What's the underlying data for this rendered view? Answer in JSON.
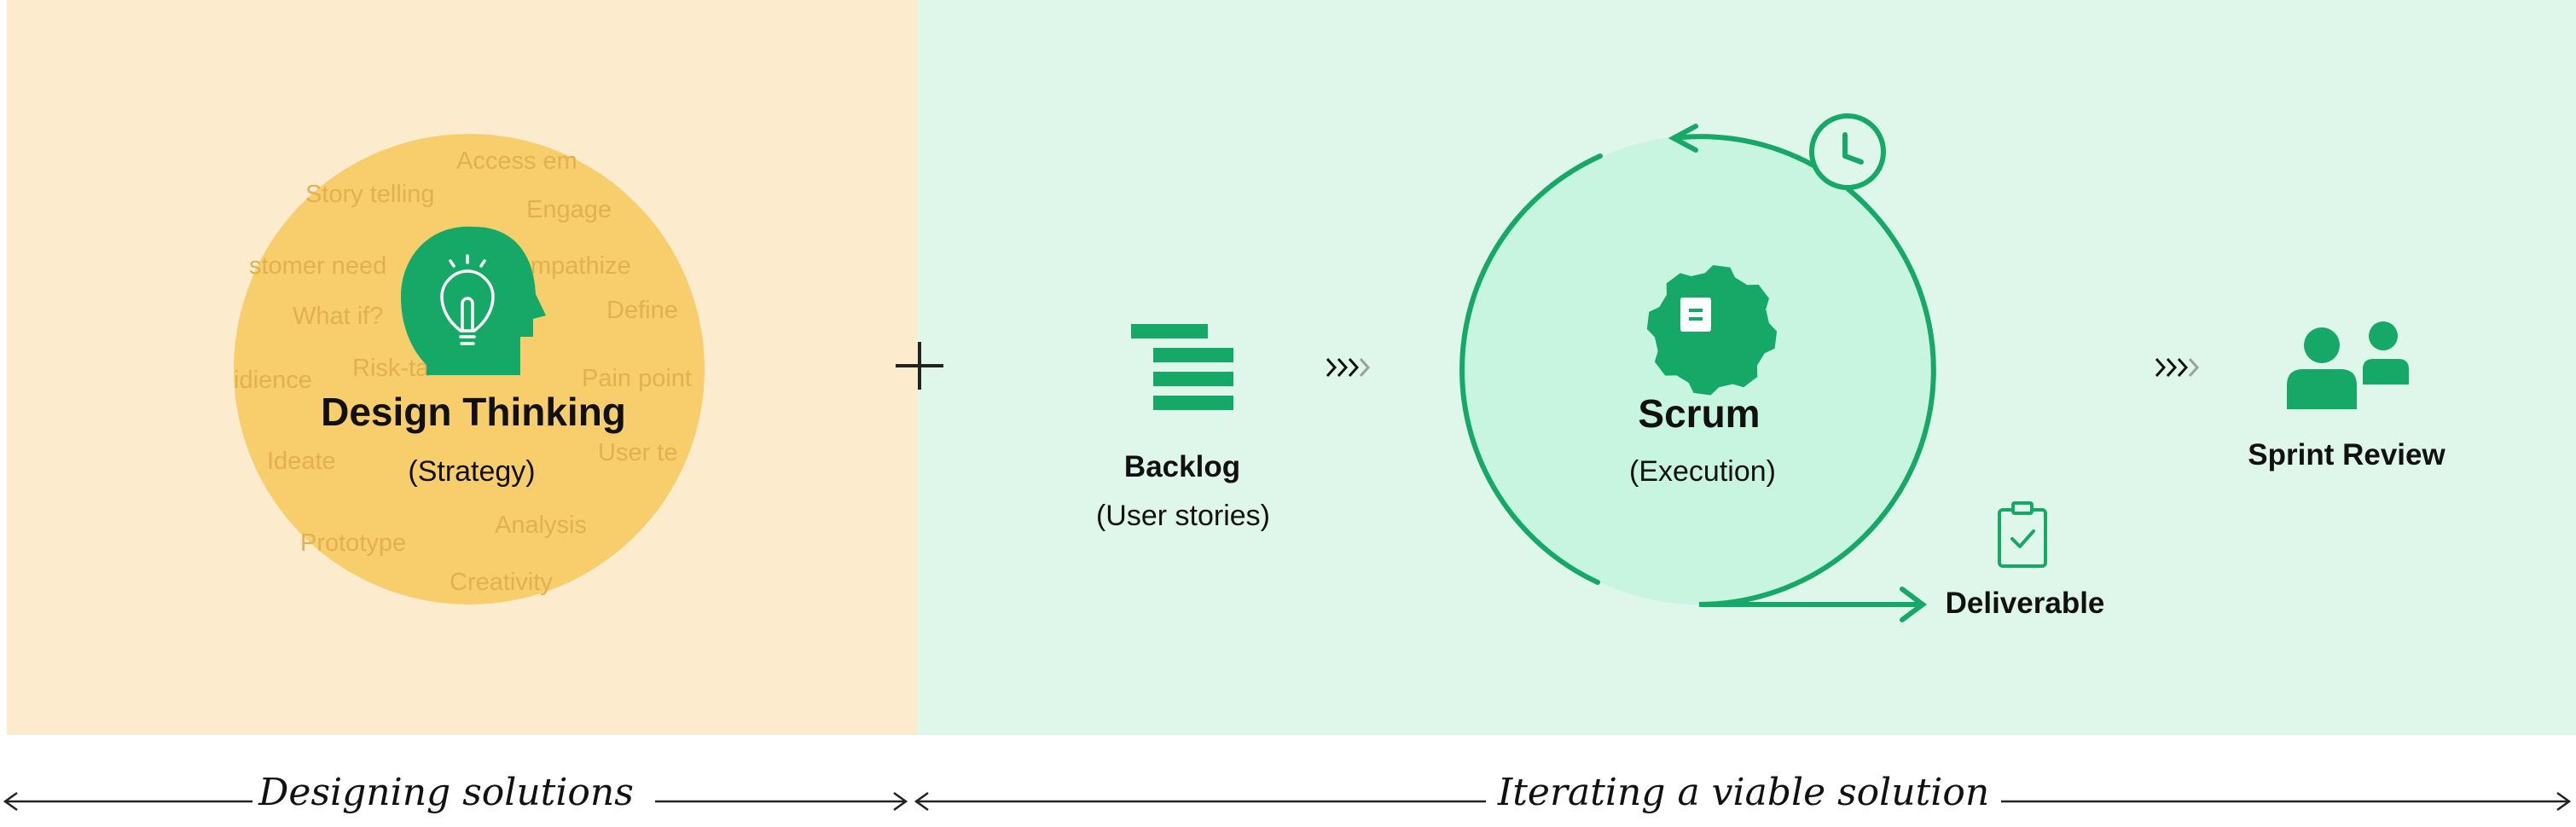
{
  "left_panel": {
    "title": "Design Thinking",
    "subtitle": "(Strategy)",
    "background_words": [
      "Access em",
      "Story telling",
      "Engage",
      "stomer need",
      "mpathize",
      "What if?",
      "Define",
      "idience",
      "Risk-ta",
      "Pain point",
      "Ideate",
      "User te",
      "Prototype",
      "Analysis",
      "Creativity"
    ]
  },
  "plus": "+",
  "backlog": {
    "title": "Backlog",
    "subtitle": "(User stories)"
  },
  "scrum": {
    "title": "Scrum",
    "subtitle": "(Execution)"
  },
  "deliverable": {
    "label": "Deliverable"
  },
  "sprint_review": {
    "label": "Sprint Review"
  },
  "chevrons": "›››",
  "footer": {
    "left_label": "Designing solutions",
    "right_label": "Iterating a viable solution"
  },
  "colors": {
    "green": "#16a866",
    "yellow": "#f8cd6c",
    "peach": "#fcebcd",
    "mint": "#dff7ea",
    "mint_circle": "#c7f5e0"
  },
  "icons": [
    "lightbulb-head-icon",
    "backlog-list-icon",
    "gear-icon",
    "clock-icon",
    "clipboard-check-icon",
    "team-icon",
    "chevron-right-icon",
    "arrow-icon"
  ]
}
